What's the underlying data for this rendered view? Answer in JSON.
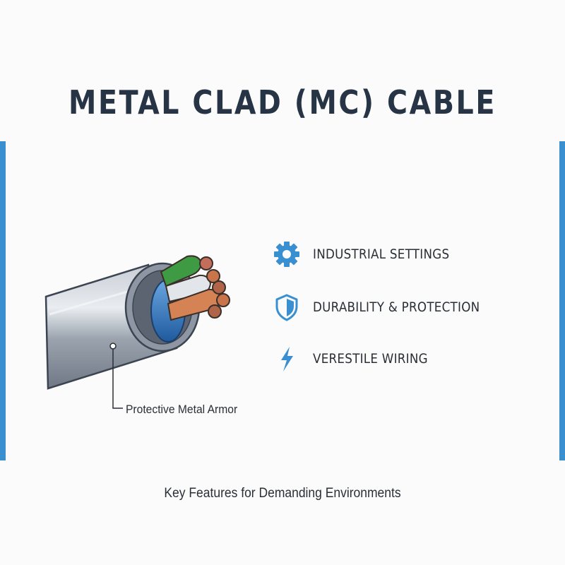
{
  "title": "METAL CLAD (MC) CABLE",
  "cable": {
    "armor_label": "Protective Metal Armor",
    "conductor_colors": [
      "#2e7a37",
      "#2d6fb8",
      "#2d6fb8",
      "#d2d6da",
      "#c9744a",
      "#c9744a",
      "#b06548",
      "#b06548",
      "#c46f5a"
    ]
  },
  "features": [
    {
      "icon": "gear-icon",
      "label": "INDUSTRIAL SETTINGS"
    },
    {
      "icon": "shield-icon",
      "label": "DURABILITY & PROTECTION"
    },
    {
      "icon": "lightning-bolt-icon",
      "label": "VERESTILE WIRING"
    }
  ],
  "caption": "Key Features for Demanding Environments",
  "colors": {
    "accent": "#3a8fd1",
    "text": "#263445"
  }
}
